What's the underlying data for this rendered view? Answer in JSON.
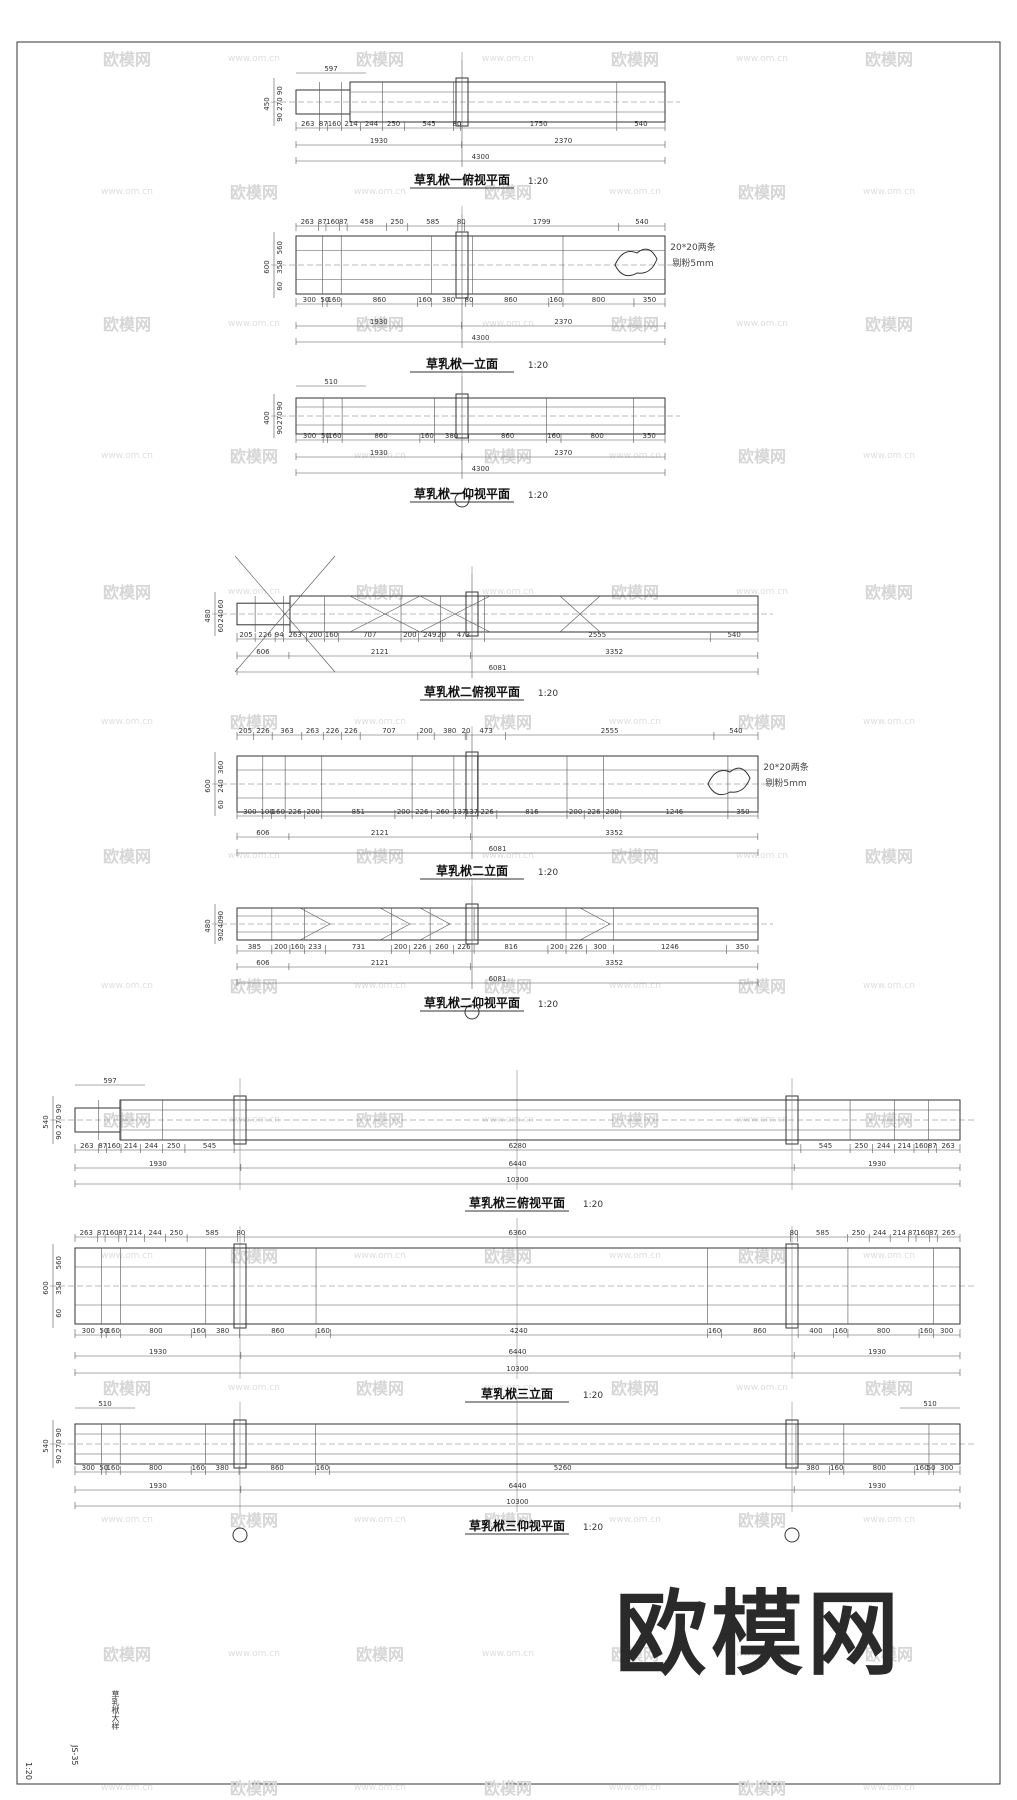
{
  "drawings": [
    {
      "id": "d1-top",
      "title": "草乳栿一俯视平面",
      "scale": "1:20",
      "dims_top": [
        "597"
      ],
      "dims_row": [
        "263",
        "87",
        "160",
        "214",
        "244",
        "250",
        "545",
        "80",
        "1750",
        "540"
      ],
      "totals": [
        "1930",
        "2370",
        "4300"
      ],
      "dims_left": [
        "450",
        "90",
        "270",
        "90"
      ]
    },
    {
      "id": "d1-elev",
      "title": "草乳栿一立面",
      "scale": "1:20",
      "dims_top": [
        "263",
        "87",
        "160",
        "87",
        "458",
        "250",
        "585",
        "80",
        "1799",
        "540"
      ],
      "dims_row": [
        "300",
        "50",
        "160",
        "860",
        "160",
        "380",
        "80",
        "860",
        "160",
        "800",
        "350"
      ],
      "totals": [
        "1930",
        "2370",
        "4300"
      ],
      "dims_left": [
        "600",
        "560",
        "358",
        "60"
      ],
      "note1": "20*20两条",
      "note2": "剔粉5mm"
    },
    {
      "id": "d1-bottom",
      "title": "草乳栿一仰视平面",
      "scale": "1:20",
      "dims_top": [
        "510"
      ],
      "dims_row": [
        "300",
        "50",
        "160",
        "860",
        "160",
        "380",
        "860",
        "160",
        "800",
        "350"
      ],
      "totals": [
        "1930",
        "2370",
        "4300"
      ],
      "dims_left": [
        "400",
        "90",
        "270",
        "90"
      ]
    },
    {
      "id": "d2-top",
      "title": "草乳栿二俯视平面",
      "scale": "1:20",
      "dims_row": [
        "205",
        "226",
        "94",
        "263",
        "200",
        "160",
        "707",
        "200",
        "249",
        "20",
        "473",
        "2555",
        "540"
      ],
      "totals": [
        "606",
        "2121",
        "3352",
        "6081"
      ],
      "dims_left": [
        "480",
        "60",
        "240",
        "60"
      ]
    },
    {
      "id": "d2-elev",
      "title": "草乳栿二立面",
      "scale": "1:20",
      "dims_top": [
        "205",
        "226",
        "363",
        "263",
        "226",
        "226",
        "707",
        "200",
        "380",
        "20",
        "473",
        "2555",
        "540"
      ],
      "dims_row": [
        "300",
        "100",
        "160",
        "226",
        "200",
        "851",
        "200",
        "226",
        "260",
        "137",
        "137",
        "226",
        "816",
        "200",
        "226",
        "200",
        "1246",
        "350"
      ],
      "totals": [
        "606",
        "2121",
        "3352",
        "6081"
      ],
      "dims_left": [
        "600",
        "360",
        "240",
        "60"
      ],
      "note1": "20*20两条",
      "note2": "剔粉5mm"
    },
    {
      "id": "d2-bottom",
      "title": "草乳栿二仰视平面",
      "scale": "1:20",
      "dims_row": [
        "385",
        "200",
        "160",
        "233",
        "731",
        "200",
        "226",
        "260",
        "226",
        "816",
        "200",
        "226",
        "300",
        "1246",
        "350"
      ],
      "totals": [
        "606",
        "2121",
        "3352",
        "6081"
      ],
      "dims_left": [
        "480",
        "90",
        "240",
        "90"
      ]
    },
    {
      "id": "d3-top",
      "title": "草乳栿三俯视平面",
      "scale": "1:20",
      "dims_top": [
        "597"
      ],
      "dims_row": [
        "263",
        "87",
        "160",
        "214",
        "244",
        "250",
        "545",
        "6280",
        "545",
        "250",
        "244",
        "214",
        "160",
        "87",
        "263"
      ],
      "totals": [
        "1930",
        "6440",
        "1930",
        "10300"
      ],
      "dims_left": [
        "540",
        "90",
        "270",
        "90"
      ]
    },
    {
      "id": "d3-elev",
      "title": "草乳栿三立面",
      "scale": "1:20",
      "dims_top": [
        "263",
        "87",
        "160",
        "87",
        "214",
        "244",
        "250",
        "585",
        "80",
        "6360",
        "80",
        "585",
        "250",
        "244",
        "214",
        "87",
        "160",
        "87",
        "265"
      ],
      "dims_row": [
        "300",
        "50",
        "160",
        "800",
        "160",
        "380",
        "860",
        "160",
        "4240",
        "160",
        "860",
        "400",
        "160",
        "800",
        "160",
        "300"
      ],
      "totals": [
        "1930",
        "6440",
        "1930",
        "10300"
      ],
      "dims_left": [
        "600",
        "560",
        "358",
        "60"
      ]
    },
    {
      "id": "d3-bottom",
      "title": "草乳栿三仰视平面",
      "scale": "1:20",
      "dims_top": [
        "510",
        "510"
      ],
      "dims_row": [
        "300",
        "50",
        "160",
        "800",
        "160",
        "380",
        "860",
        "160",
        "5260",
        "380",
        "160",
        "800",
        "160",
        "50",
        "300"
      ],
      "totals": [
        "1930",
        "6440",
        "1930",
        "10300"
      ],
      "dims_left": [
        "540",
        "90",
        "270",
        "90"
      ]
    }
  ],
  "watermark": {
    "brand": "欧模网",
    "url": "www.om.cn"
  },
  "sheet": {
    "side_label": "草乳栿大样",
    "code": "JS-35",
    "scale": "1:20"
  }
}
